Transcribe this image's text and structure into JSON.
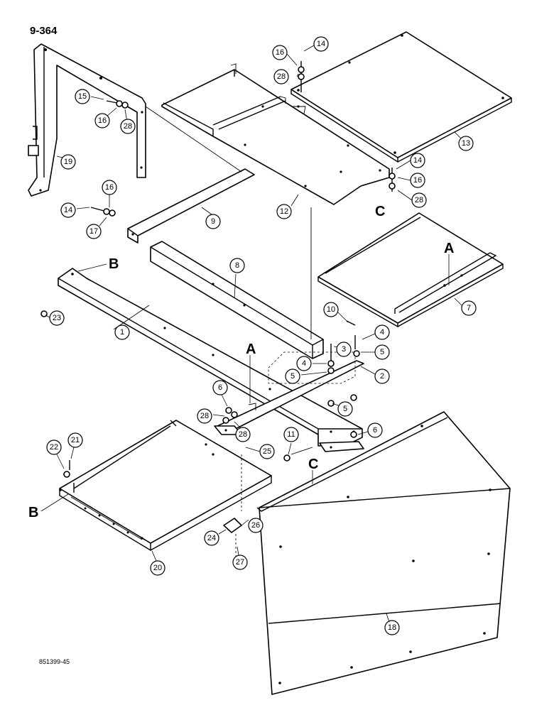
{
  "page_id": "9-364",
  "figure_number": "851399-45",
  "reference_letters": [
    "A",
    "B",
    "C"
  ],
  "callouts": [
    "1",
    "2",
    "3",
    "4",
    "5",
    "6",
    "7",
    "8",
    "9",
    "10",
    "11",
    "12",
    "13",
    "14",
    "15",
    "16",
    "17",
    "18",
    "19",
    "20",
    "21",
    "22",
    "23",
    "24",
    "25",
    "26",
    "27",
    "28"
  ]
}
